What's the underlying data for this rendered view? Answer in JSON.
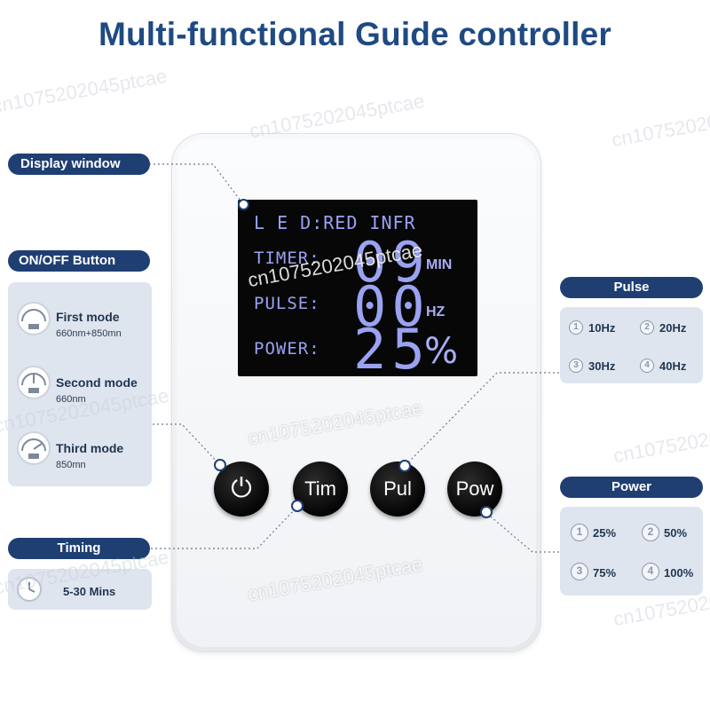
{
  "title": "Multi-functional Guide controller",
  "display": {
    "label": "Display window",
    "led_line": "L E D:RED INFR",
    "timer_label": "TIMER:",
    "timer_value": "09",
    "timer_unit": "MIN",
    "pulse_label": "PULSE:",
    "pulse_value": "00",
    "pulse_unit": "HZ",
    "power_label": "POWER:",
    "power_value": "25",
    "power_unit": "%"
  },
  "on_off": {
    "label": "ON/OFF Button",
    "modes": [
      {
        "title": "First mode",
        "sub": "660nm+850mn"
      },
      {
        "title": "Second mode",
        "sub": "660nm"
      },
      {
        "title": "Third mode",
        "sub": "850mn"
      }
    ]
  },
  "timing": {
    "label": "Timing",
    "value": "5-30 Mins"
  },
  "pulse": {
    "label": "Pulse",
    "options": [
      {
        "num": "1",
        "text": "10Hz"
      },
      {
        "num": "2",
        "text": "20Hz"
      },
      {
        "num": "3",
        "text": "30Hz"
      },
      {
        "num": "4",
        "text": "40Hz"
      }
    ]
  },
  "power": {
    "label": "Power",
    "options": [
      {
        "num": "1",
        "text": "25%"
      },
      {
        "num": "2",
        "text": "50%"
      },
      {
        "num": "3",
        "text": "75%"
      },
      {
        "num": "4",
        "text": "100%"
      }
    ]
  },
  "buttons": {
    "tim": "Tim",
    "pul": "Pul",
    "pow": "Pow",
    "power_symbol": "⏻"
  },
  "watermark": "cn1075202045ptcae",
  "colors": {
    "title": "#1f4a82",
    "pill": "#1f3f73",
    "panel": "#dfe5ef",
    "lcd": "#9aa2f2"
  }
}
